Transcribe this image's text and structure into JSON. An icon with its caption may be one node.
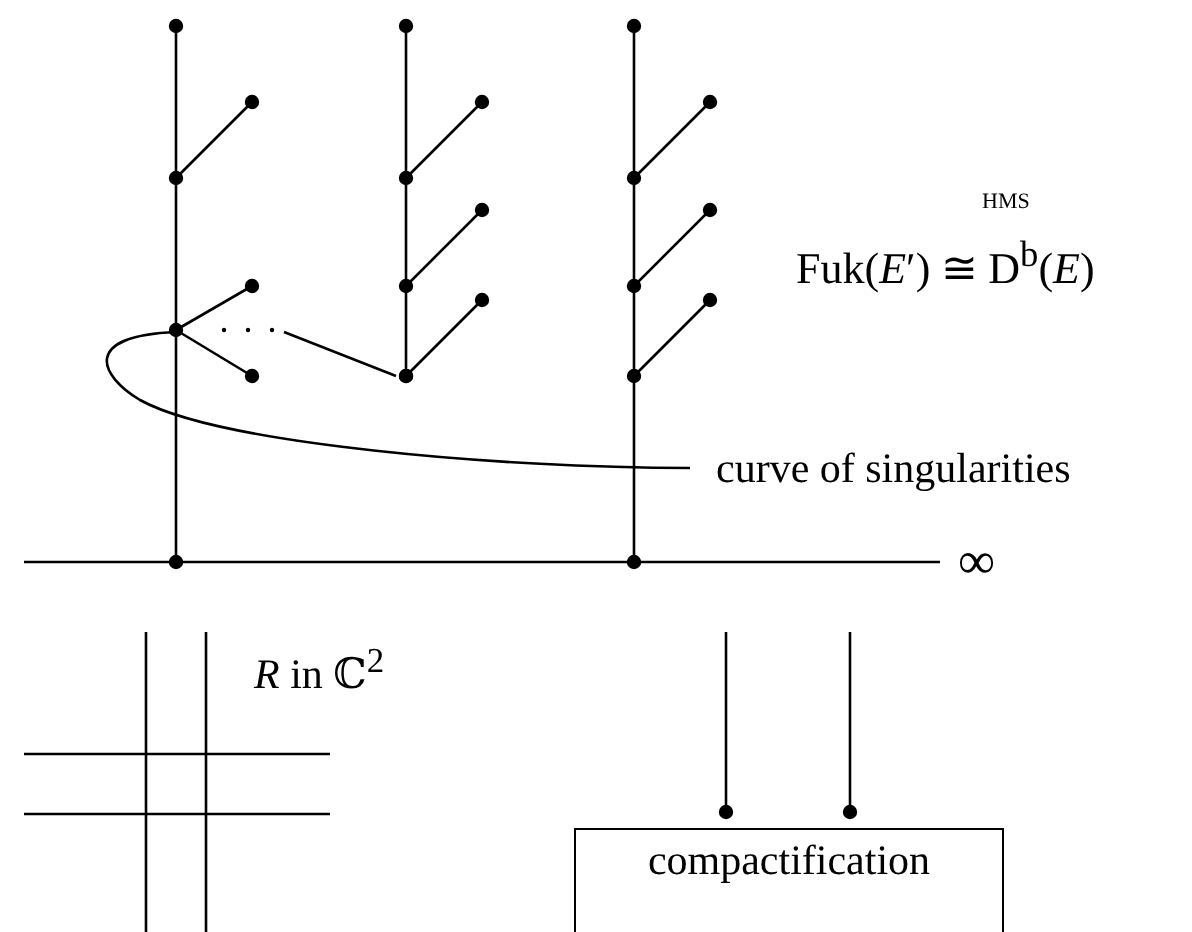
{
  "diagram": {
    "nodes": [
      {
        "text": [
          "compactification"
        ]
      }
    ],
    "labels": [
      "HMS",
      "Fuk(*E*′) ≅ D$^{b}$(*E*)",
      "curve of singularities",
      "∞",
      "*R* in ℂ$^{2}$"
    ]
  }
}
